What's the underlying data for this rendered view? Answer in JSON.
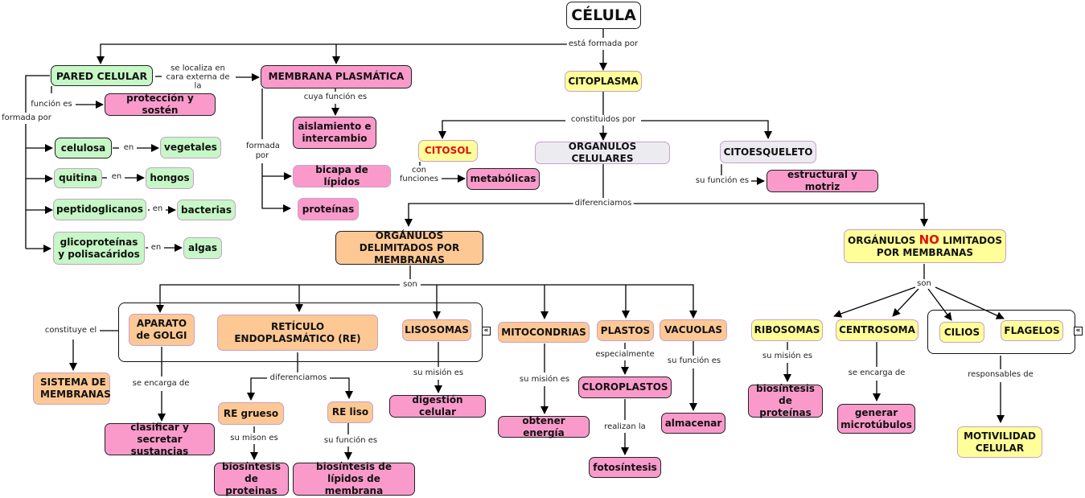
{
  "root": "CÉLULA",
  "links": {
    "esta_formada_por": "está formada por",
    "se_localiza": "se localiza en cara externa de la",
    "funcion_es": "función es",
    "formada_por": "formada por",
    "en": "en",
    "cuya_funcion_es": "cuya función es",
    "formada_por_membrana": "formada por",
    "constituidos_por": "constituidos por",
    "con_funciones": "con funciones",
    "su_funcion_es": "su función es",
    "diferenciamos": "diferenciamos",
    "son": "son",
    "constituye_el": "constituye el",
    "se_encarga_de": "se encarga de",
    "su_mision_es": "su misión es",
    "su_mison_es": "su mison es",
    "especialmente": "especialmente",
    "realizan_la": "realizan la",
    "responsables_de": "responsables de"
  },
  "pared": {
    "title": "PARED CELULAR",
    "funcion": "protección y sostén",
    "components": [
      {
        "name": "celulosa",
        "where": "vegetales"
      },
      {
        "name": "quitina",
        "where": "hongos"
      },
      {
        "name": "peptidoglicanos",
        "where": "bacterias"
      },
      {
        "name": "glicoproteínas y polisacáridos",
        "where": "algas"
      }
    ]
  },
  "membrana": {
    "title": "MEMBRANA PLASMÁTICA",
    "funcion": "aislamiento e intercambio",
    "componentes": [
      "bicapa de lípidos",
      "proteínas"
    ]
  },
  "citoplasma": {
    "title": "CITOPLASMA",
    "citosol": "CITOSOL",
    "citosol_funcion": "metabólicas",
    "organulos": "ORGANULOS CELULARES",
    "citoesqueleto": "CITOESQUELETO",
    "citoesqueleto_funcion": "estructural y motriz"
  },
  "delimitados": {
    "title": "ORGÁNULOS DELIMITADOS POR MEMBRANAS",
    "golgi": "APARATO de GOLGI",
    "golgi_funcion": "clasificar y secretar sustancias",
    "re": "RETÍCULO ENDOPLASMÁTICO (RE)",
    "re_grueso": "RE grueso",
    "re_grueso_funcion": "biosíntesis de proteinas",
    "re_liso": "RE liso",
    "re_liso_funcion": "biosíntesis de lípidos de membrana",
    "lisosomas": "LISOSOMAS",
    "lisosomas_funcion": "digestión celular",
    "sistema": "SISTEMA DE MEMBRANAS",
    "mitocondrias": "MITOCONDRIAS",
    "mitocondrias_funcion": "obtener energía",
    "plastos": "PLASTOS",
    "cloroplastos": "CLOROPLASTOS",
    "fotosintesis": "fotosíntesis",
    "vacuolas": "VACUOLAS",
    "vacuolas_funcion": "almacenar"
  },
  "no_limitados": {
    "title_pre": "ORGÁNULOS",
    "title_no": "NO",
    "title_post": "LIMITADOS POR MEMBRANAS",
    "ribosomas": "RIBOSOMAS",
    "ribosomas_funcion": "biosíntesis de proteínas",
    "centrosoma": "CENTROSOMA",
    "centrosoma_funcion": "generar microtúbulos",
    "cilios": "CILIOS",
    "flagelos": "FLAGELOS",
    "motilidad": "MOTIVILIDAD CELULAR"
  },
  "icons": {
    "collapse": "«"
  },
  "colors": {
    "green": "#c6f7c6",
    "pink": "#f99acb",
    "yellow": "#ffff99",
    "orange": "#fdc894",
    "grey": "#ecebf0",
    "no_red": "#e01010"
  }
}
